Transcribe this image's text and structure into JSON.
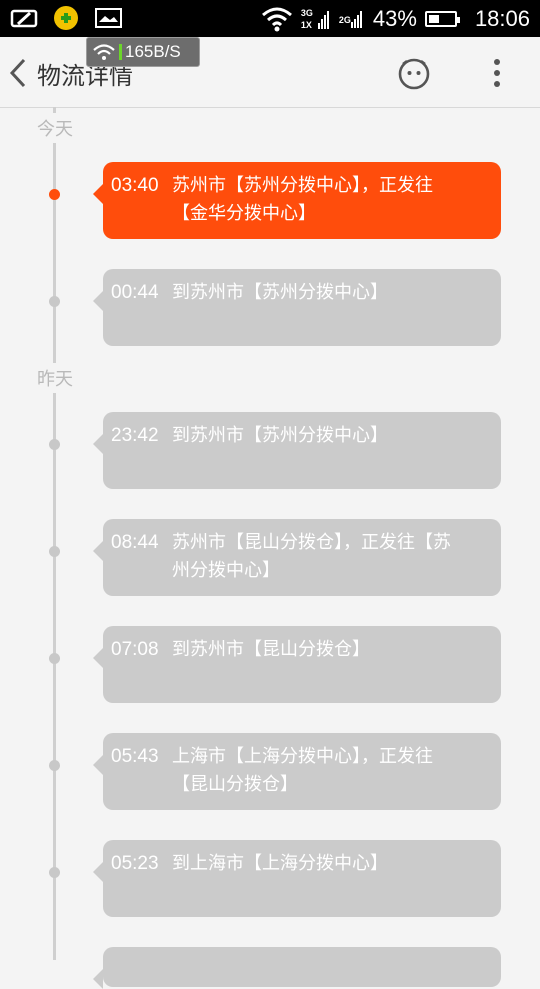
{
  "status_bar": {
    "net_speed": "165B/S",
    "net_type_top": "3G",
    "net_type_bottom": "1X",
    "signal2_label": "2G",
    "battery": "43%",
    "battery_level": 0.43,
    "time": "18:06"
  },
  "header": {
    "title": "物流详情"
  },
  "timeline": {
    "groups": [
      {
        "day": "今天",
        "events": [
          {
            "time": "03:40",
            "desc": "苏州市【苏州分拨中心】，正发往【金华分拨中心】",
            "active": true
          },
          {
            "time": "00:44",
            "desc": "到苏州市【苏州分拨中心】",
            "active": false
          }
        ]
      },
      {
        "day": "昨天",
        "events": [
          {
            "time": "23:42",
            "desc": "到苏州市【苏州分拨中心】",
            "active": false
          },
          {
            "time": "08:44",
            "desc": "苏州市【昆山分拨仓】，正发往【苏州分拨中心】",
            "active": false
          },
          {
            "time": "07:08",
            "desc": "到苏州市【昆山分拨仓】",
            "active": false
          },
          {
            "time": "05:43",
            "desc": "上海市【上海分拨中心】，正发往【昆山分拨仓】",
            "active": false
          },
          {
            "time": "05:23",
            "desc": "到上海市【上海分拨中心】",
            "active": false
          }
        ]
      }
    ]
  }
}
